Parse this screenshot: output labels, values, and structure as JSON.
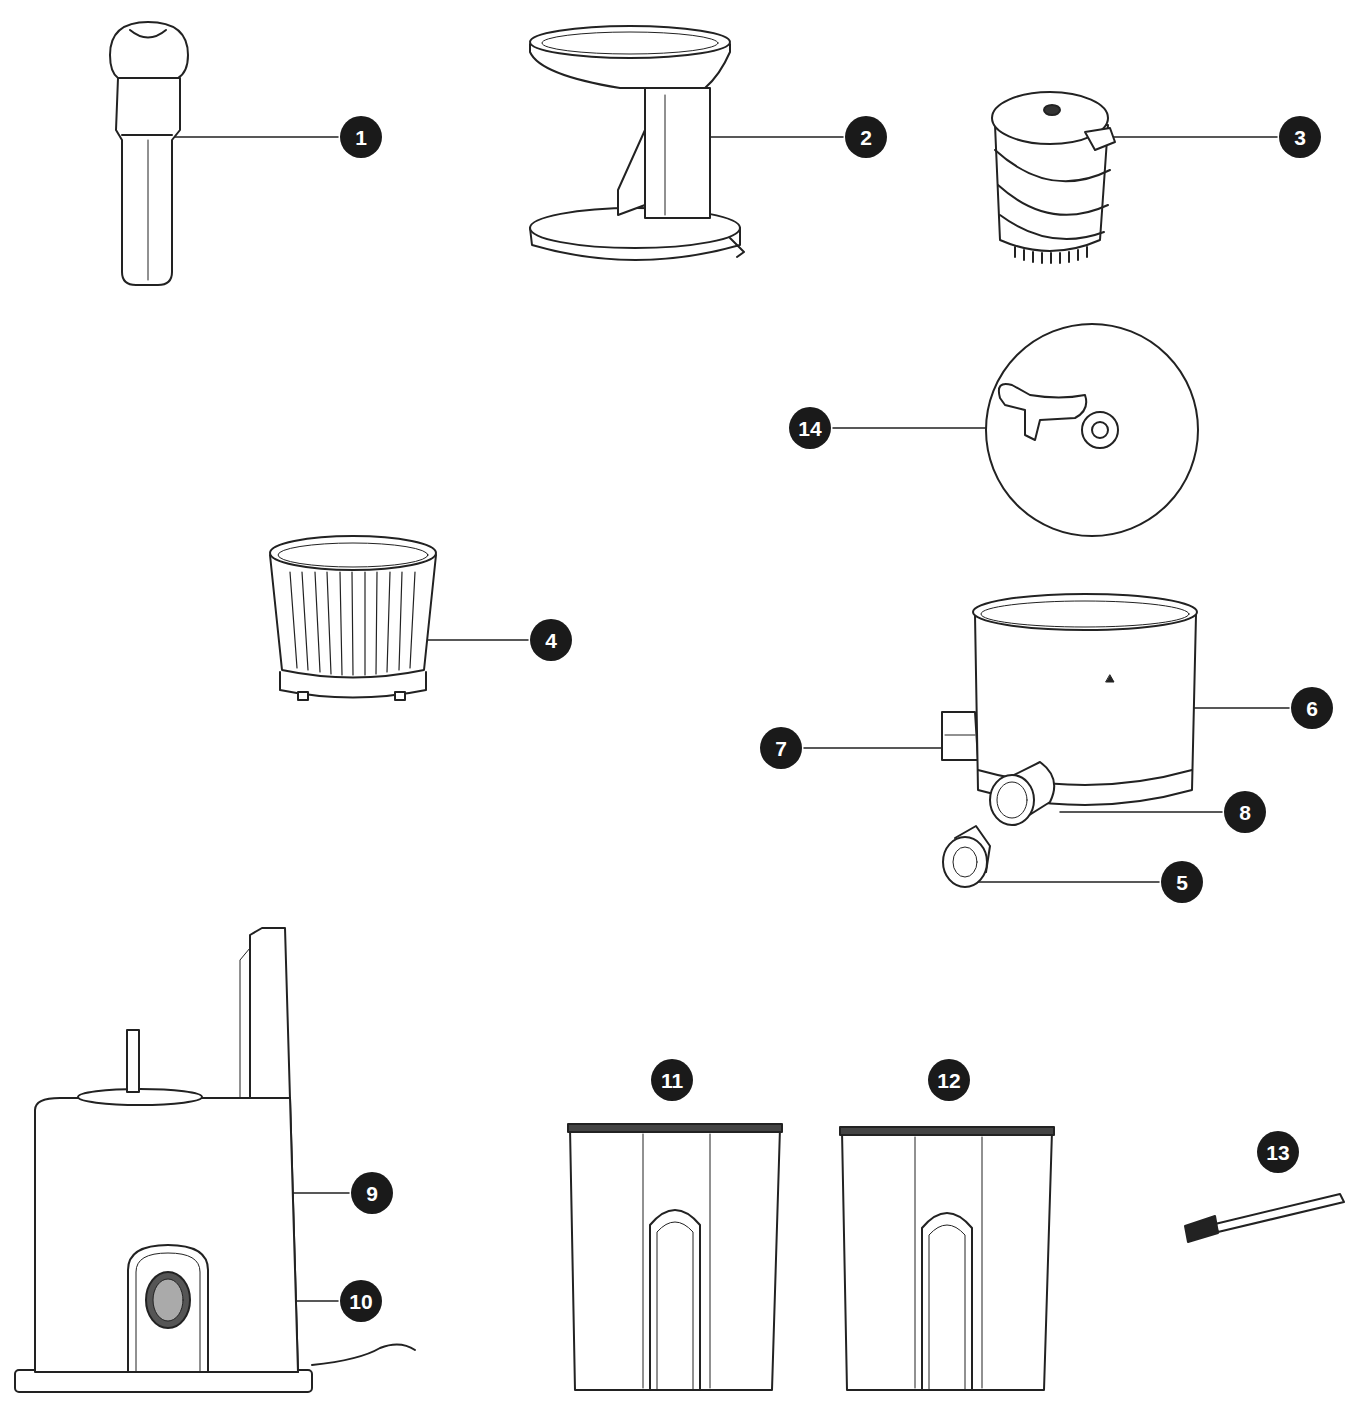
{
  "diagram": {
    "labels": [
      "1",
      "2",
      "3",
      "14",
      "4",
      "6",
      "7",
      "8",
      "5",
      "11",
      "12",
      "13",
      "9",
      "10"
    ]
  }
}
